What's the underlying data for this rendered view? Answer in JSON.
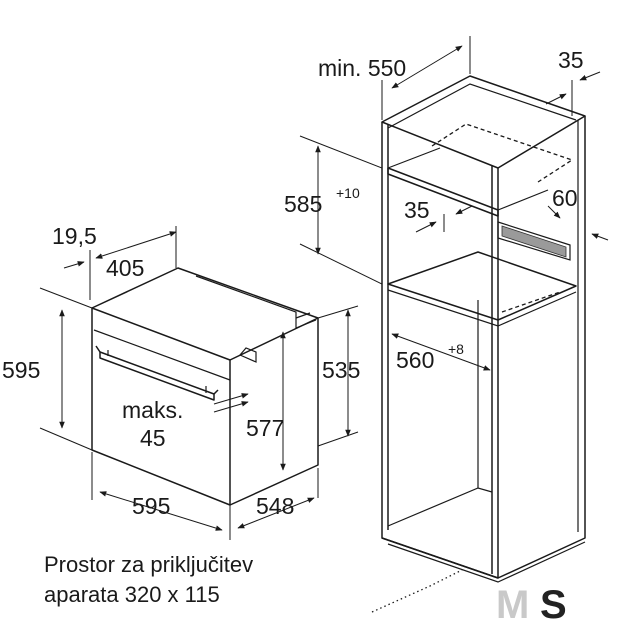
{
  "oven": {
    "dim_width_depth_offset": "19,5",
    "dim_top_width": "405",
    "dim_height": "595",
    "dim_inner_height": "535",
    "dim_max_label": "maks.",
    "dim_max_value": "45",
    "dim_niche_height": "577",
    "dim_bottom_width": "595",
    "dim_depth": "548"
  },
  "cabinet": {
    "dim_min_label": "min. 550",
    "dim_side": "35",
    "dim_niche": "585",
    "dim_niche_tolerance": "+10",
    "dim_gap": "35",
    "dim_vent": "60",
    "dim_width": "560",
    "dim_width_tolerance": "+8"
  },
  "note": {
    "line1": "Prostor za priključitev",
    "line2": "aparata 320 x 115"
  },
  "logo": {
    "letter_m": "M",
    "letter_s": "S"
  }
}
